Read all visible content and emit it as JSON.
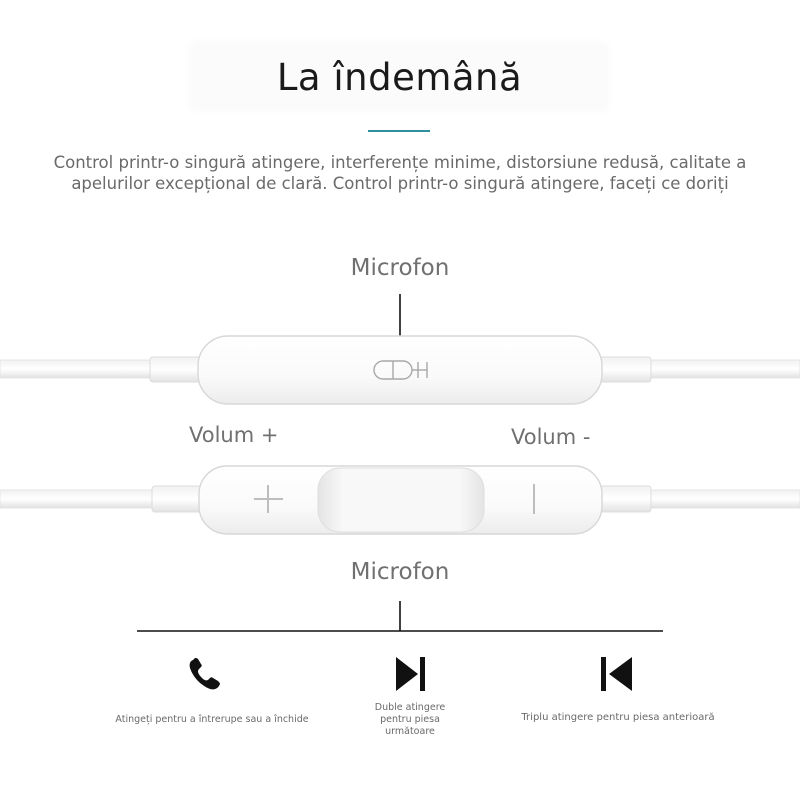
{
  "title": "La îndemână",
  "accent_color": "#2f8f9d",
  "description": "Control printr-o singură atingere, interferențe minime, distorsiune redusă, calitate a apelurilor excepțional de clară. Control printr-o singură atingere, faceți ce doriți",
  "labels": {
    "microphone_top": "Microfon",
    "volume_plus": "Volum +",
    "volume_minus": "Volum -",
    "microphone_bottom": "Microfon"
  },
  "functions": [
    {
      "icon": "phone-icon",
      "text": "Atingeți pentru a întrerupe sau a închide"
    },
    {
      "icon": "next-track-icon",
      "text": "Duble atingere pentru piesa următoare"
    },
    {
      "icon": "previous-track-icon",
      "text": "Triplu atingere pentru piesa anterioară"
    }
  ]
}
